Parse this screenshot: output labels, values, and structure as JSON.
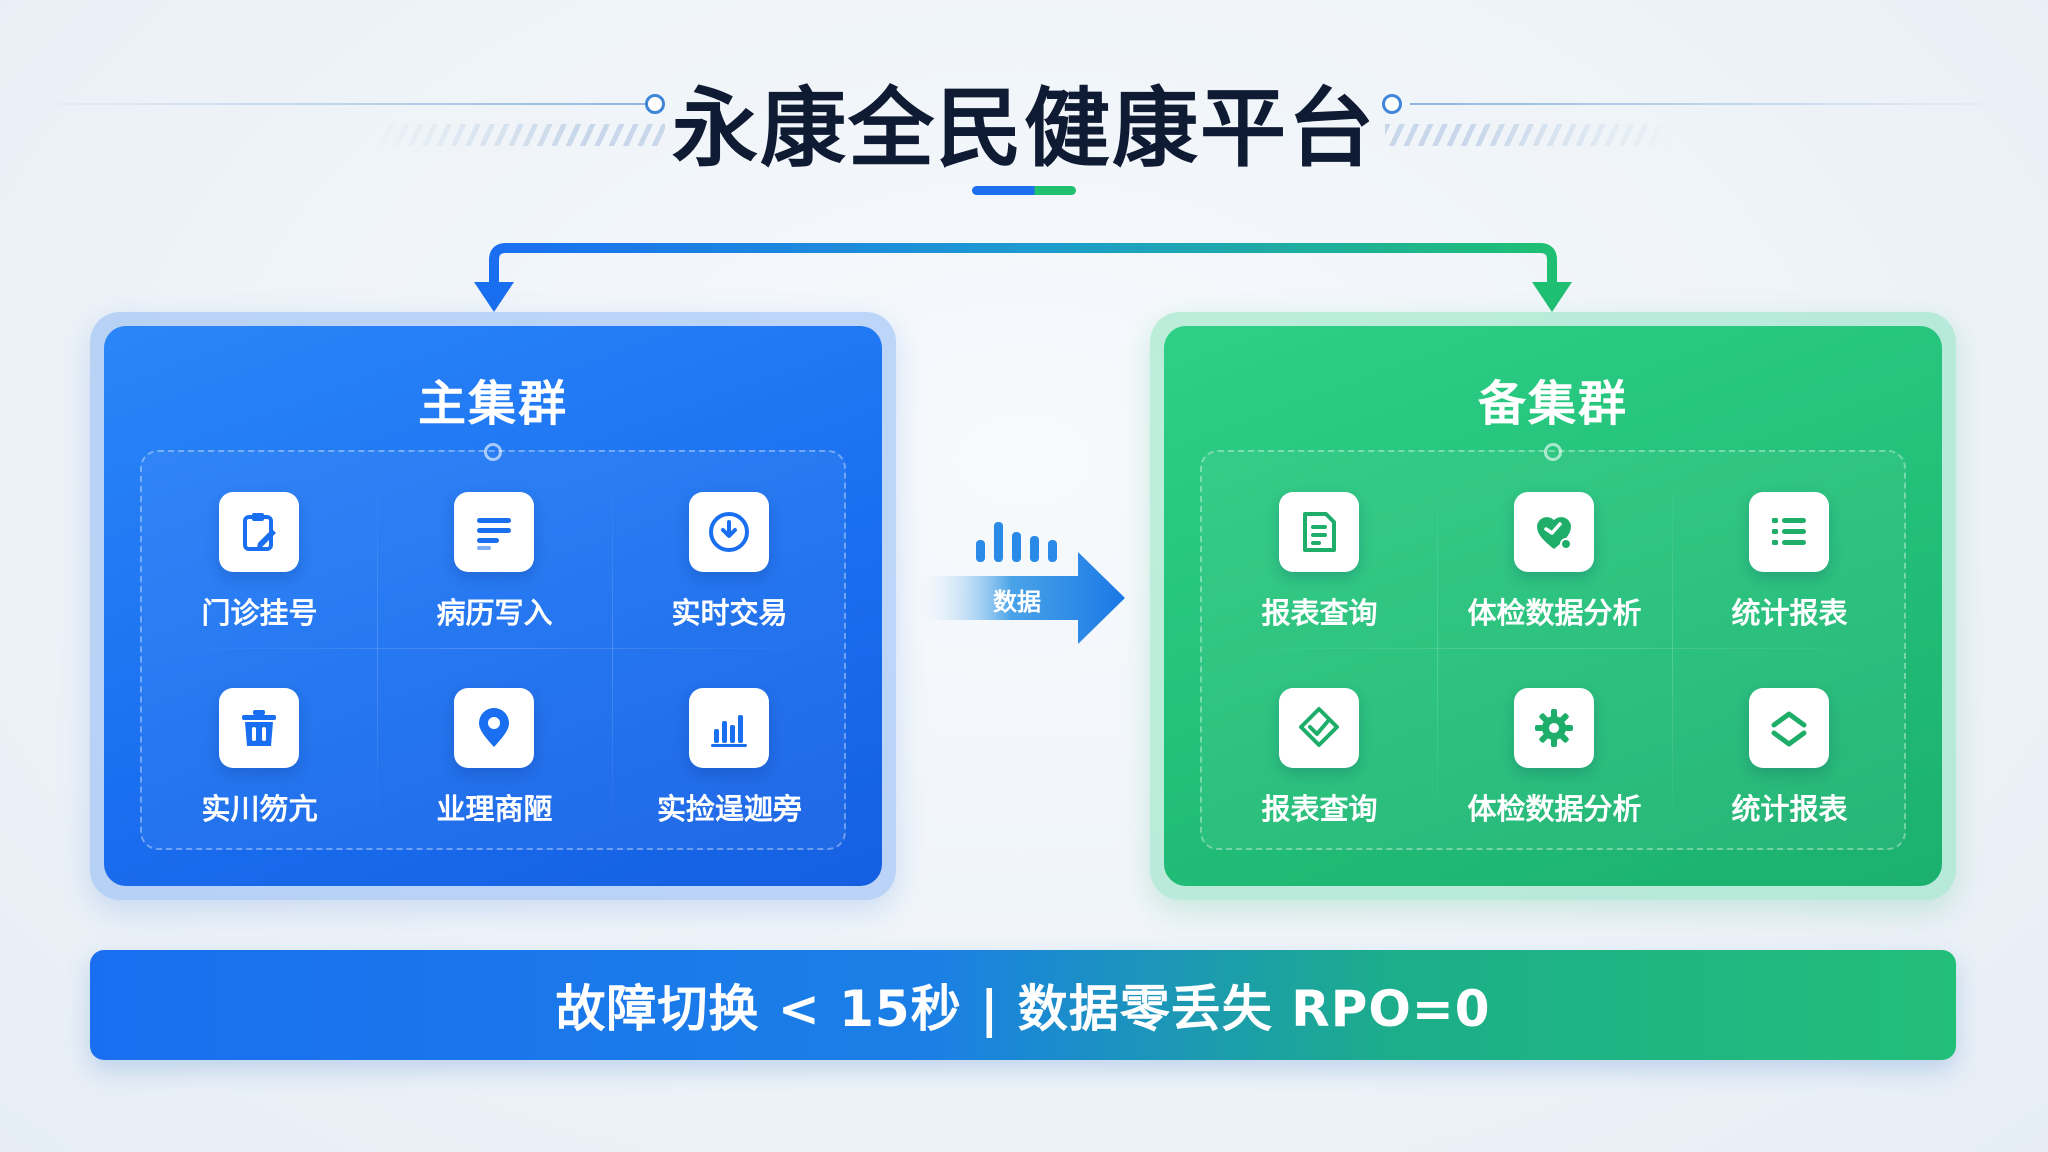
{
  "header": {
    "title": "永康全民健康平台"
  },
  "primary_cluster": {
    "title": "主集群",
    "services": [
      {
        "label": "门诊挂号",
        "icon": "clipboard-edit-icon"
      },
      {
        "label": "病历写入",
        "icon": "document-lines-icon"
      },
      {
        "label": "实时交易",
        "icon": "clock-arrow-icon"
      },
      {
        "label": "实川笏亢",
        "icon": "trash-bin-icon"
      },
      {
        "label": "业理商陋",
        "icon": "location-pin-icon"
      },
      {
        "label": "实捡逞迦旁",
        "icon": "bar-chart-icon"
      }
    ]
  },
  "backup_cluster": {
    "title": "备集群",
    "services": [
      {
        "label": "报表查询",
        "icon": "report-document-icon"
      },
      {
        "label": "体检数据分析",
        "icon": "health-check-icon"
      },
      {
        "label": "统计报表",
        "icon": "list-icon"
      },
      {
        "label": "报表查询",
        "icon": "diamond-tag-icon"
      },
      {
        "label": "体检数据分析",
        "icon": "gear-icon"
      },
      {
        "label": "统计报表",
        "icon": "layers-chevron-icon"
      }
    ]
  },
  "transfer": {
    "label": "数据"
  },
  "footer": {
    "banner_text": "故障切换 < 15秒 | 数据零丢失 RPO=0"
  },
  "colors": {
    "primary_blue": "#1a6ff0",
    "backup_green": "#22bf79",
    "title_dark": "#0e1b33"
  }
}
